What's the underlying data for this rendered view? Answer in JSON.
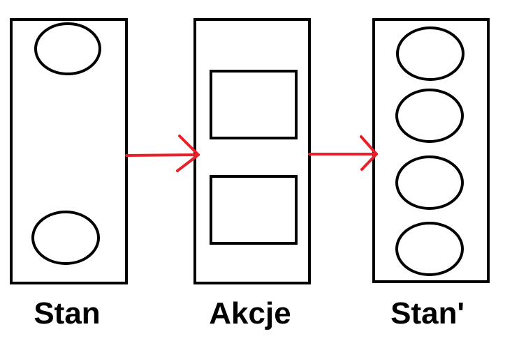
{
  "diagram": {
    "columns": [
      {
        "id": "stan",
        "label": "Stan",
        "items": [
          {
            "shape": "ellipse"
          },
          {
            "shape": "ellipse"
          }
        ]
      },
      {
        "id": "akcje",
        "label": "Akcje",
        "items": [
          {
            "shape": "rectangle"
          },
          {
            "shape": "rectangle"
          }
        ]
      },
      {
        "id": "stan-prime",
        "label": "Stan'",
        "items": [
          {
            "shape": "ellipse"
          },
          {
            "shape": "ellipse"
          },
          {
            "shape": "ellipse"
          },
          {
            "shape": "ellipse"
          }
        ]
      }
    ],
    "edges": [
      {
        "from": "stan",
        "to": "akcje"
      },
      {
        "from": "akcje",
        "to": "stan-prime"
      }
    ]
  },
  "colors": {
    "arrow": "#e8202a",
    "outline": "#000000",
    "background": "#ffffff"
  }
}
